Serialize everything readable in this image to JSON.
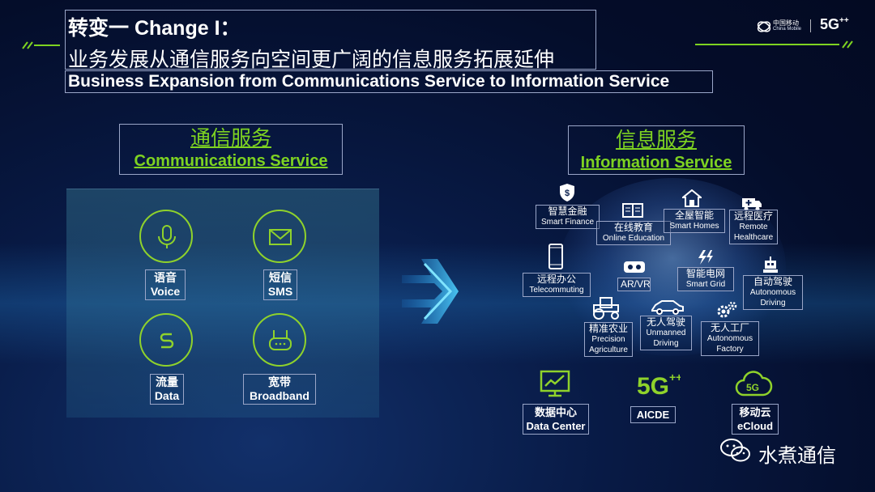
{
  "title": {
    "line1": "转变一 Change I：",
    "line2": "业务发展从通信服务向空间更广阔的信息服务拓展延伸",
    "subtitle": "Business Expansion from Communications Service to Information Service"
  },
  "brand": {
    "name_cn": "中国移动",
    "name_en": "China Mobile",
    "logo_5g": "5G"
  },
  "colors": {
    "accent_green": "#7ed321",
    "icon_green": "#8fd22b",
    "background": "#061640"
  },
  "communications": {
    "heading_cn": "通信服务",
    "heading_en": "Communications Service",
    "services": [
      {
        "cn": "语音",
        "en": "Voice",
        "icon": "microphone-icon"
      },
      {
        "cn": "短信",
        "en": "SMS",
        "icon": "envelope-icon"
      },
      {
        "cn": "流量",
        "en": "Data",
        "icon": "data-s-icon"
      },
      {
        "cn": "宽带",
        "en": "Broadband",
        "icon": "router-icon"
      }
    ]
  },
  "information": {
    "heading_cn": "信息服务",
    "heading_en": "Information Service",
    "items": [
      {
        "cn": "智慧金融",
        "en": "Smart Finance",
        "icon": "shield-dollar-icon"
      },
      {
        "cn": "在线教育",
        "en": "Online Education",
        "icon": "book-icon"
      },
      {
        "cn": "全屋智能",
        "en": "Smart Homes",
        "icon": "house-icon"
      },
      {
        "cn": "远程医疗",
        "en": "Remote Healthcare",
        "icon": "ambulance-icon"
      },
      {
        "cn": "远程办公",
        "en": "Telecommuting",
        "icon": "phone-icon"
      },
      {
        "cn": "",
        "en": "AR/VR",
        "icon": "vr-headset-icon"
      },
      {
        "cn": "智能电网",
        "en": "Smart Grid",
        "icon": "lightning-icon"
      },
      {
        "cn": "自动驾驶",
        "en": "Autonomous Driving",
        "icon": "robot-icon"
      },
      {
        "cn": "精准农业",
        "en": "Precision Agriculture",
        "icon": "tractor-icon"
      },
      {
        "cn": "无人驾驶",
        "en": "Unmanned Driving",
        "icon": "car-icon"
      },
      {
        "cn": "无人工厂",
        "en": "Autonomous Factory",
        "icon": "gears-icon"
      }
    ],
    "bottom": [
      {
        "cn": "数据中心",
        "en": "Data Center",
        "icon": "monitor-chart-icon"
      },
      {
        "cn": "",
        "en": "AICDE",
        "icon": "5g-logo-icon"
      },
      {
        "cn": "移动云",
        "en": "eCloud",
        "icon": "cloud-5g-icon"
      }
    ]
  },
  "watermark": {
    "text": "水煮通信",
    "icon": "wechat-icon"
  }
}
